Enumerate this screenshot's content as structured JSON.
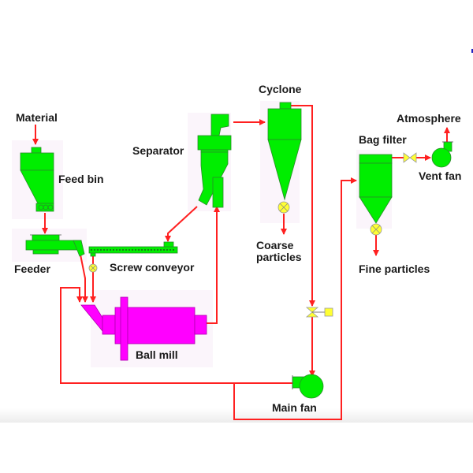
{
  "diagram": {
    "type": "process-flow",
    "colors": {
      "equipment": "#00ee00",
      "mill": "#ff00ff",
      "flow_line": "#ff2020",
      "valve": "#ffff33",
      "label": "#1a1a1a"
    },
    "labels": {
      "material": "Material",
      "feed_bin": "Feed bin",
      "feeder": "Feeder",
      "screw_conveyor": "Screw conveyor",
      "ball_mill": "Ball mill",
      "separator": "Separator",
      "cyclone": "Cyclone",
      "coarse_line1": "Coarse",
      "coarse_line2": "particles",
      "bag_filter": "Bag filter",
      "atmosphere": "Atmosphere",
      "vent_fan": "Vent fan",
      "fine_particles": "Fine particles",
      "main_fan": "Main fan"
    },
    "nodes": [
      {
        "id": "feed-bin",
        "label": "Feed bin",
        "kind": "hopper"
      },
      {
        "id": "feeder",
        "label": "Feeder",
        "kind": "feeder"
      },
      {
        "id": "screw-conveyor",
        "label": "Screw conveyor",
        "kind": "conveyor"
      },
      {
        "id": "ball-mill",
        "label": "Ball mill",
        "kind": "mill"
      },
      {
        "id": "separator",
        "label": "Separator",
        "kind": "classifier"
      },
      {
        "id": "cyclone",
        "label": "Cyclone",
        "kind": "cyclone"
      },
      {
        "id": "bag-filter",
        "label": "Bag filter",
        "kind": "filter"
      },
      {
        "id": "vent-fan",
        "label": "Vent fan",
        "kind": "fan"
      },
      {
        "id": "main-fan",
        "label": "Main fan",
        "kind": "fan"
      }
    ],
    "edges": [
      {
        "from": "Material",
        "to": "feed-bin"
      },
      {
        "from": "feed-bin",
        "to": "feeder"
      },
      {
        "from": "feeder",
        "to": "ball-mill"
      },
      {
        "from": "screw-conveyor",
        "to": "ball-mill"
      },
      {
        "from": "ball-mill",
        "to": "separator"
      },
      {
        "from": "separator",
        "to": "screw-conveyor"
      },
      {
        "from": "separator",
        "to": "cyclone"
      },
      {
        "from": "cyclone",
        "to": "Coarse particles"
      },
      {
        "from": "cyclone",
        "to": "main-fan"
      },
      {
        "from": "main-fan",
        "to": "ball-mill"
      },
      {
        "from": "main-fan",
        "to": "bag-filter"
      },
      {
        "from": "bag-filter",
        "to": "Fine particles"
      },
      {
        "from": "bag-filter",
        "to": "vent-fan"
      },
      {
        "from": "vent-fan",
        "to": "Atmosphere"
      }
    ]
  }
}
